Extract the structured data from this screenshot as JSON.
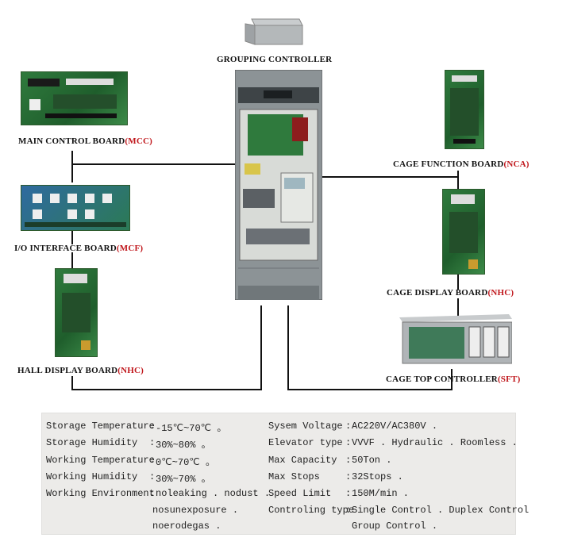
{
  "labels": {
    "grouping": "GROUPING CONTROLLER",
    "mcc": {
      "text": "MAIN CONTROL BOARD",
      "code": "(MCC)"
    },
    "mcf": {
      "text": "I/O INTERFACE BOARD",
      "code": "(MCF)"
    },
    "nhc_hall": {
      "text": "HALL DISPLAY BOARD",
      "code": "(NHC)"
    },
    "nca": {
      "text": "CAGE FUNCTION BOARD",
      "code": "(NCA)"
    },
    "nhc_cage": {
      "text": "CAGE DISPLAY BOARD",
      "code": "(NHC)"
    },
    "sft": {
      "text": "CAGE TOP CONTROLLER",
      "code": "(SFT)"
    }
  },
  "specs": {
    "left": [
      {
        "key": "Storage Temperature",
        "sep": ":",
        "value": "-15℃~70℃ 。"
      },
      {
        "key": "Storage Humidity",
        "sep": ":",
        "value": " 30%~80% 。"
      },
      {
        "key": "Working Temperature",
        "sep": ":",
        "value": " 0℃~70℃ 。"
      },
      {
        "key": "Working Humidity",
        "sep": ":",
        "value": " 30%~70% 。"
      },
      {
        "key": "Working Environment",
        "sep": ":",
        "value": "noleaking . nodust ."
      }
    ],
    "left_extra": [
      "nosunexposure .",
      "noerodegas ."
    ],
    "right": [
      {
        "key": "Sysem Voltage",
        "sep": ":",
        "value": "AC220V/AC380V ."
      },
      {
        "key": "Elevator type",
        "sep": ":",
        "value": "VVVF . Hydraulic . Roomless ."
      },
      {
        "key": "Max Capacity",
        "sep": ":",
        "value": "50Ton ."
      },
      {
        "key": "Max Stops",
        "sep": ":",
        "value": "32Stops ."
      },
      {
        "key": "Speed Limit",
        "sep": ":",
        "value": "150M/min ."
      },
      {
        "key": "Controling type",
        "sep": ":",
        "value": "Single Control . Duplex Control"
      }
    ],
    "right_extra": [
      "Group  Control ."
    ]
  },
  "colors": {
    "code_red": "#c0161b",
    "board_green": "#2f7a3d",
    "cabinet": "#8c9396"
  },
  "chart_data": {
    "type": "diagram",
    "nodes": [
      "GROUPING CONTROLLER",
      "MAIN CONTROL BOARD(MCC)",
      "I/O INTERFACE BOARD(MCF)",
      "HALL DISPLAY BOARD(NHC)",
      "CAGE FUNCTION BOARD(NCA)",
      "CAGE DISPLAY BOARD(NHC)",
      "CAGE TOP CONTROLLER(SFT)"
    ]
  }
}
